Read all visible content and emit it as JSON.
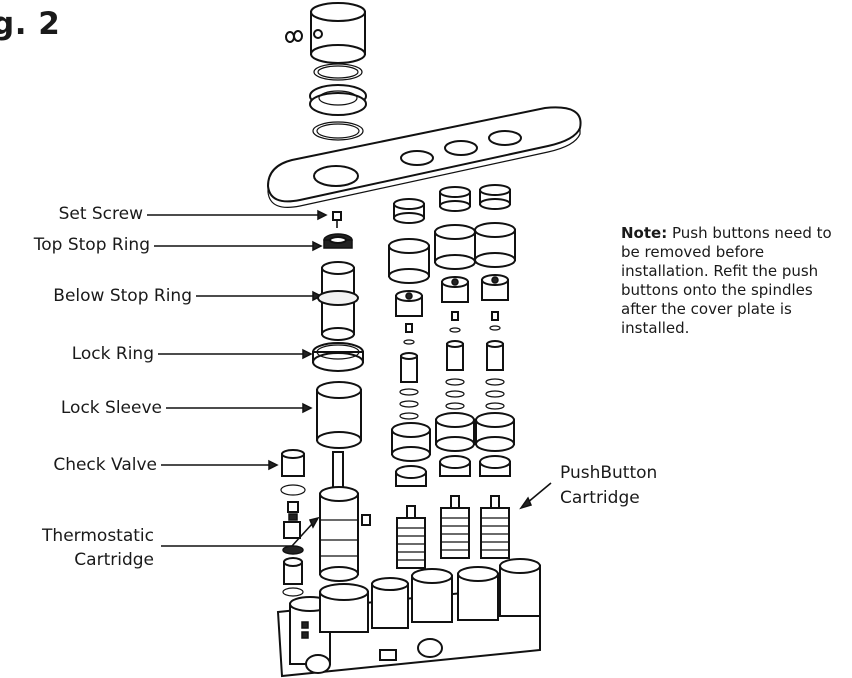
{
  "figure": {
    "title": "g. 2"
  },
  "labels": {
    "set_screw": "Set Screw",
    "top_stop_ring": "Top Stop Ring",
    "below_stop_ring": "Below Stop Ring",
    "lock_ring": "Lock Ring",
    "lock_sleeve": "Lock Sleeve",
    "check_valve": "Check Valve",
    "thermostatic_line1": "Thermostatic",
    "thermostatic_line2": "Cartridge",
    "pushbutton_line1": "PushButton",
    "pushbutton_line2": "Cartridge"
  },
  "note": {
    "heading": "Note:",
    "body": " Push buttons need to be removed before installation. Refit the push buttons onto the spindles after the cover plate is installed."
  }
}
